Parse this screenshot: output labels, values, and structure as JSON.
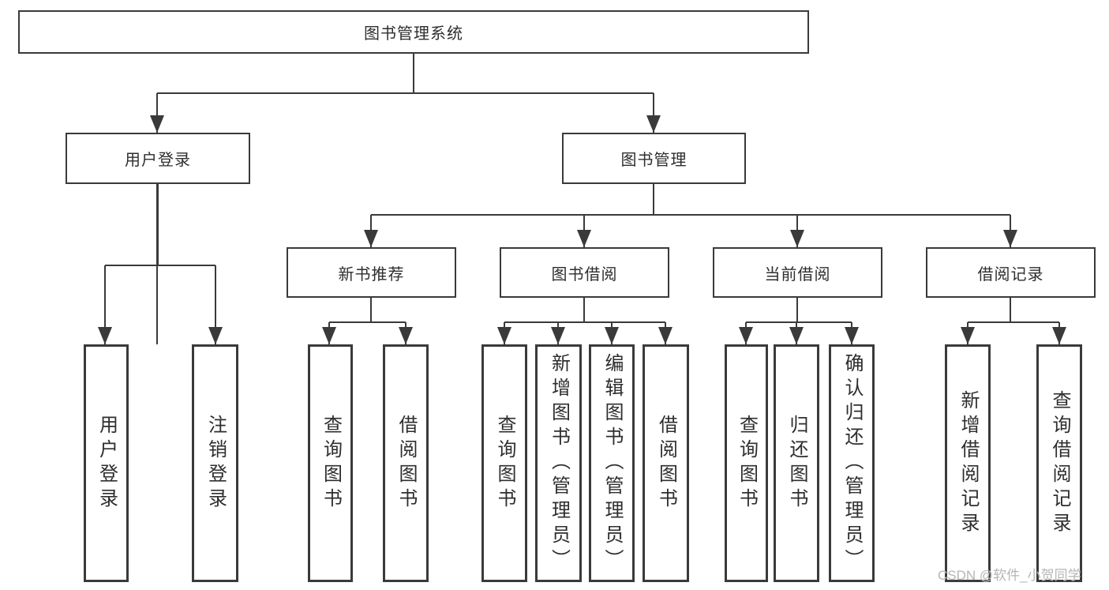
{
  "diagram": {
    "root": {
      "label": "图书管理系统"
    },
    "level2": [
      {
        "label": "用户登录"
      },
      {
        "label": "图书管理"
      }
    ],
    "level3": [
      {
        "label": "新书推荐"
      },
      {
        "label": "图书借阅"
      },
      {
        "label": "当前借阅"
      },
      {
        "label": "借阅记录"
      }
    ],
    "leaves": [
      {
        "label": "用户登录",
        "parent": "用户登录"
      },
      {
        "label": "注销登录",
        "parent": "用户登录"
      },
      {
        "label": "查询图书",
        "parent": "新书推荐"
      },
      {
        "label": "借阅图书",
        "parent": "新书推荐"
      },
      {
        "label": "查询图书",
        "parent": "图书借阅"
      },
      {
        "label": "新增图书（管理员）",
        "parent": "图书借阅"
      },
      {
        "label": "编辑图书（管理员）",
        "parent": "图书借阅"
      },
      {
        "label": "借阅图书",
        "parent": "图书借阅"
      },
      {
        "label": "查询图书",
        "parent": "当前借阅"
      },
      {
        "label": "归还图书",
        "parent": "当前借阅"
      },
      {
        "label": "确认归还（管理员）",
        "parent": "当前借阅"
      },
      {
        "label": "新增借阅记录",
        "parent": "借阅记录"
      },
      {
        "label": "查询借阅记录",
        "parent": "借阅记录"
      }
    ],
    "watermark": "CSDN @软件_小贺同学",
    "colors": {
      "line": "#3a3a3a",
      "text": "#2e2e2e",
      "background": "#ffffff",
      "watermark": "#b5b5b5"
    }
  }
}
